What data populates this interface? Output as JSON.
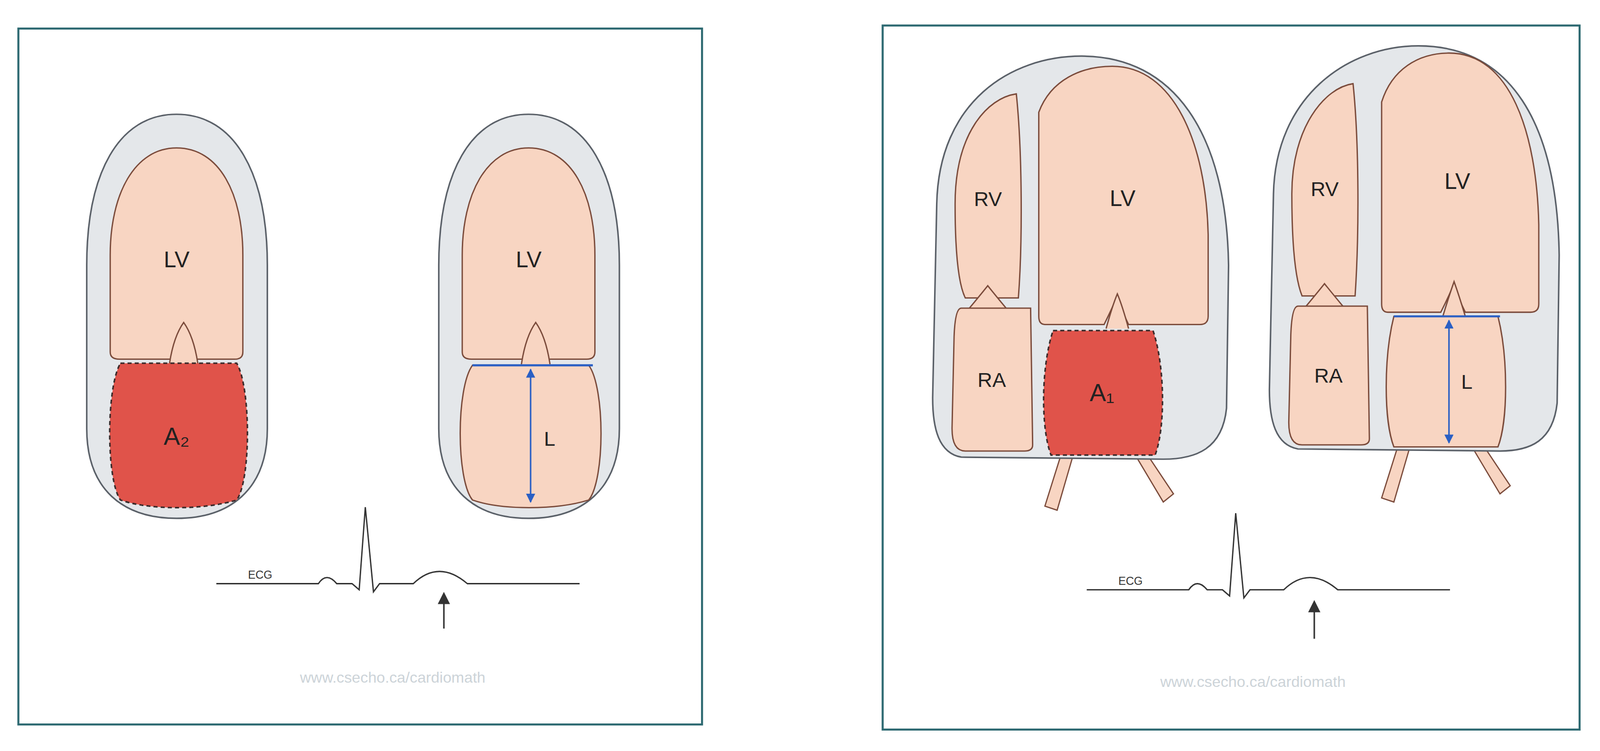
{
  "diagram": {
    "nodes": [
      {
        "text": [
          "LV"
        ]
      },
      {
        "text": [
          "A₂"
        ]
      },
      {
        "text": [
          "LV"
        ]
      },
      {
        "text": [
          "RV"
        ]
      },
      {
        "text": [
          "LV"
        ]
      },
      {
        "text": [
          "RA"
        ]
      },
      {
        "text": [
          "A₁"
        ]
      },
      {
        "text": [
          "RV"
        ]
      },
      {
        "text": [
          "LV"
        ]
      },
      {
        "text": [
          "RA"
        ]
      }
    ],
    "labels": [
      "L",
      "ECG",
      "www.csecho.ca/cardiomath",
      "L",
      "ECG",
      "www.csecho.ca/cardiomath"
    ]
  }
}
